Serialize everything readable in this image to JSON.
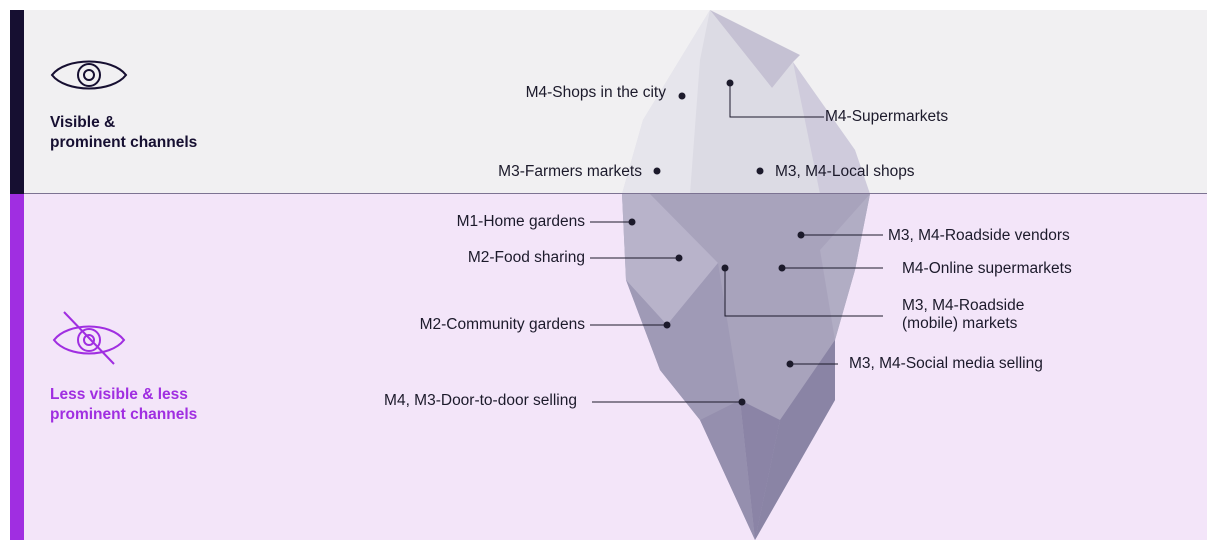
{
  "colors": {
    "visible_band": "#f1f0f2",
    "hidden_band": "#f3e5f9",
    "visible_accent": "#160f31",
    "hidden_accent": "#a02ee1",
    "text": "#1c1a2b"
  },
  "sections": {
    "visible": {
      "icon": "eye-icon",
      "title_line1": "Visible &",
      "title_line2": "prominent channels"
    },
    "hidden": {
      "icon": "eye-off-icon",
      "title_line1": "Less visible & less",
      "title_line2": "prominent channels"
    }
  },
  "channels_visible": [
    "M4-Shops in the city",
    "M4-Supermarkets",
    "M3-Farmers markets",
    "M3, M4-Local shops"
  ],
  "channels_hidden": [
    "M1-Home gardens",
    "M2-Food sharing",
    "M2-Community gardens",
    "M4, M3-Door-to-door selling",
    "M3, M4-Roadside vendors",
    "M4-Online supermarkets",
    "M3, M4-Roadside (mobile) markets",
    "M3, M4-Social media selling"
  ],
  "labels": {
    "shops_city": "M4-Shops in the city",
    "supermarkets": "M4-Supermarkets",
    "farmers_markets": "M3-Farmers markets",
    "local_shops": "M3, M4-Local shops",
    "home_gardens": "M1-Home gardens",
    "food_sharing": "M2-Food sharing",
    "community_gardens": "M2-Community gardens",
    "door_to_door": "M4, M3-Door-to-door selling",
    "roadside_vendors": "M3, M4-Roadside vendors",
    "online_supermarkets": "M4-Online supermarkets",
    "roadside_markets_line1": "M3, M4-Roadside",
    "roadside_markets_line2": "(mobile) markets",
    "social_media": "M3, M4-Social media selling"
  }
}
